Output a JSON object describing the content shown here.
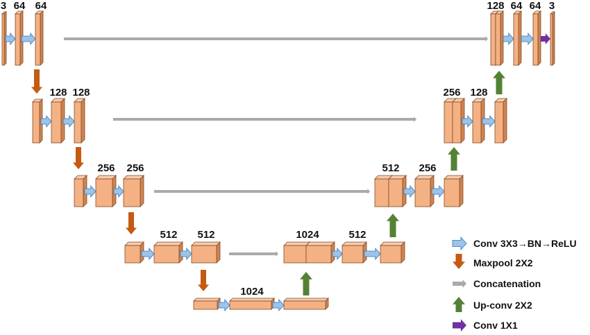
{
  "colors": {
    "block_front": "#f4b183",
    "block_top": "#f8cbad",
    "block_side": "#d08452",
    "block_edge": "#7f4a26",
    "conv": "#9dc3e6",
    "conv_edge": "#2e75b6",
    "maxpool": "#c55a11",
    "concat": "#aaaaaa",
    "upconv": "#548235",
    "conv1x1": "#7030a0"
  },
  "labels": {
    "l1_in": "3",
    "l1_a": "64",
    "l1_b": "64",
    "l2_a": "128",
    "l2_b": "128",
    "l3_a": "256",
    "l3_b": "256",
    "l4_a": "512",
    "l4_b": "512",
    "l5": "1024",
    "u4_cat": "1024",
    "u4_conv": "512",
    "u3_cat": "512",
    "u3_conv": "256",
    "u2_cat": "256",
    "u2_conv": "128",
    "u1_cat": "128",
    "u1_a": "64",
    "u1_b": "64",
    "u1_out": "3"
  },
  "legend": [
    {
      "key": "conv",
      "icon": "conv-arrow-icon",
      "label": "Conv 3X3→BN→ReLU"
    },
    {
      "key": "maxpool",
      "icon": "maxpool-arrow-icon",
      "label": "Maxpool 2X2"
    },
    {
      "key": "concat",
      "icon": "concat-arrow-icon",
      "label": "Concatenation"
    },
    {
      "key": "upconv",
      "icon": "upconv-arrow-icon",
      "label": "Up-conv 2X2"
    },
    {
      "key": "conv1x1",
      "icon": "conv1x1-arrow-icon",
      "label": "Conv 1X1"
    }
  ]
}
